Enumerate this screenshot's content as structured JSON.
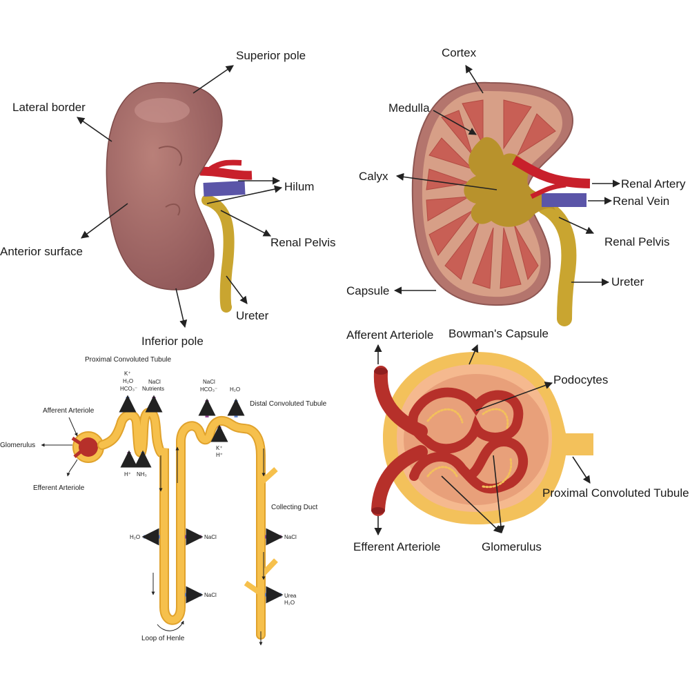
{
  "colors": {
    "kidney": "#a9716b",
    "kidney_dark": "#8d5652",
    "cortex": "#d79f87",
    "medulla": "#c85f55",
    "pelvis": "#b8922c",
    "ureter": "#c9a530",
    "artery": "#c8202b",
    "vein": "#5b55a8",
    "tubule": "#f6c04c",
    "tubule_edge": "#e0a22c",
    "arrow_blue": "#6d8fd6",
    "arrow_purple": "#9a4a9a",
    "capsule_outer": "#f3c15b",
    "capsule_inner": "#f5b98f"
  },
  "external": {
    "superior_pole": "Superior pole",
    "lateral_border": "Lateral border",
    "hilum": "Hilum",
    "anterior_surface": "Anterior surface",
    "renal_pelvis": "Renal Pelvis",
    "ureter": "Ureter",
    "inferior_pole": "Inferior pole"
  },
  "section": {
    "cortex": "Cortex",
    "medulla": "Medulla",
    "calyx": "Calyx",
    "renal_artery": "Renal Artery",
    "renal_vein": "Renal Vein",
    "renal_pelvis": "Renal Pelvis",
    "ureter": "Ureter",
    "capsule": "Capsule"
  },
  "nephron": {
    "proximal": "Proximal Convoluted Tubule",
    "distal": "Distal Convoluted Tubule",
    "afferent": "Afferent Arteriole",
    "efferent": "Efferent Arteriole",
    "glomerulus": "Glomerulus",
    "collecting_duct": "Collecting Duct",
    "loop_of_henle": "Loop of Henle",
    "pct_k": "K⁺",
    "pct_h2o": "H₂O",
    "pct_hco3": "HCO₃⁻",
    "pct_nacl": "NaCl",
    "pct_nutrients": "Nutrients",
    "pct_h": "H⁺",
    "pct_nh3": "NH₃",
    "dct_nacl": "NaCl",
    "dct_hco3": "HCO₃⁻",
    "dct_h2o": "H₂O",
    "dct_k": "K⁺",
    "dct_h": "H⁺",
    "loop_h2o": "H₂O",
    "loop_nacl": "NaCl",
    "loop_nacl2": "NaCl",
    "cd_nacl": "NaCl",
    "cd_urea": "Urea",
    "cd_h2o": "H₂O"
  },
  "corpuscle": {
    "afferent": "Afferent Arteriole",
    "bowmans": "Bowman's Capsule",
    "podocytes": "Podocytes",
    "proximal": "Proximal Convoluted Tubule",
    "efferent": "Efferent Arteriole",
    "glomerulus": "Glomerulus"
  }
}
